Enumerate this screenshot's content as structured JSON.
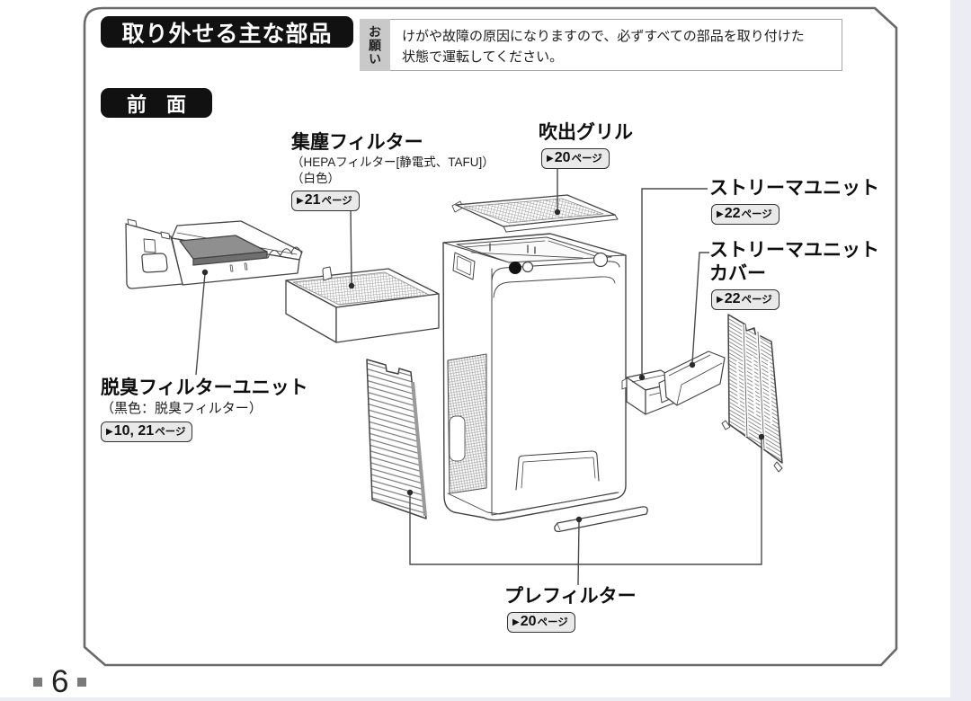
{
  "header": {
    "title": "取り外せる主な部品"
  },
  "notice": {
    "label": "お願い",
    "line1": "けがや故障の原因になりますので、必ずすべての部品を取り付けた",
    "line2": "状態で運転してください。"
  },
  "section": {
    "label": "前　面"
  },
  "icons": {
    "page_ref_arrow": "▶"
  },
  "labels": {
    "page_suffix": "ページ"
  },
  "parts": {
    "dust_filter": {
      "name": "集塵フィルター",
      "sub1": "（HEPAフィルター[静電式、TAFU]）",
      "sub2": "（白色）",
      "page_ref": "21"
    },
    "blowout_grill": {
      "name": "吹出グリル",
      "page_ref": "20"
    },
    "streamer_unit": {
      "name": "ストリーマユニット",
      "page_ref": "22"
    },
    "streamer_unit_cover": {
      "name": "ストリーマユニット",
      "name2": "カバー",
      "page_ref": "22"
    },
    "deodorizing_filter_unit": {
      "name": "脱臭フィルターユニット",
      "sub1": "（黒色：脱臭フィルター）",
      "page_ref": "10, 21"
    },
    "prefilter": {
      "name": "プレフィルター",
      "page_ref": "20"
    }
  },
  "footer": {
    "page_number": "6"
  },
  "colors": {
    "banner_bg": "#111111",
    "banner_text": "#ffffff",
    "badge_bg": "#e9e9e9",
    "badge_border": "#333333",
    "notice_label_bg": "#c9c9c9",
    "line_art": "#444444",
    "outer_margin": "#ecedf4"
  }
}
